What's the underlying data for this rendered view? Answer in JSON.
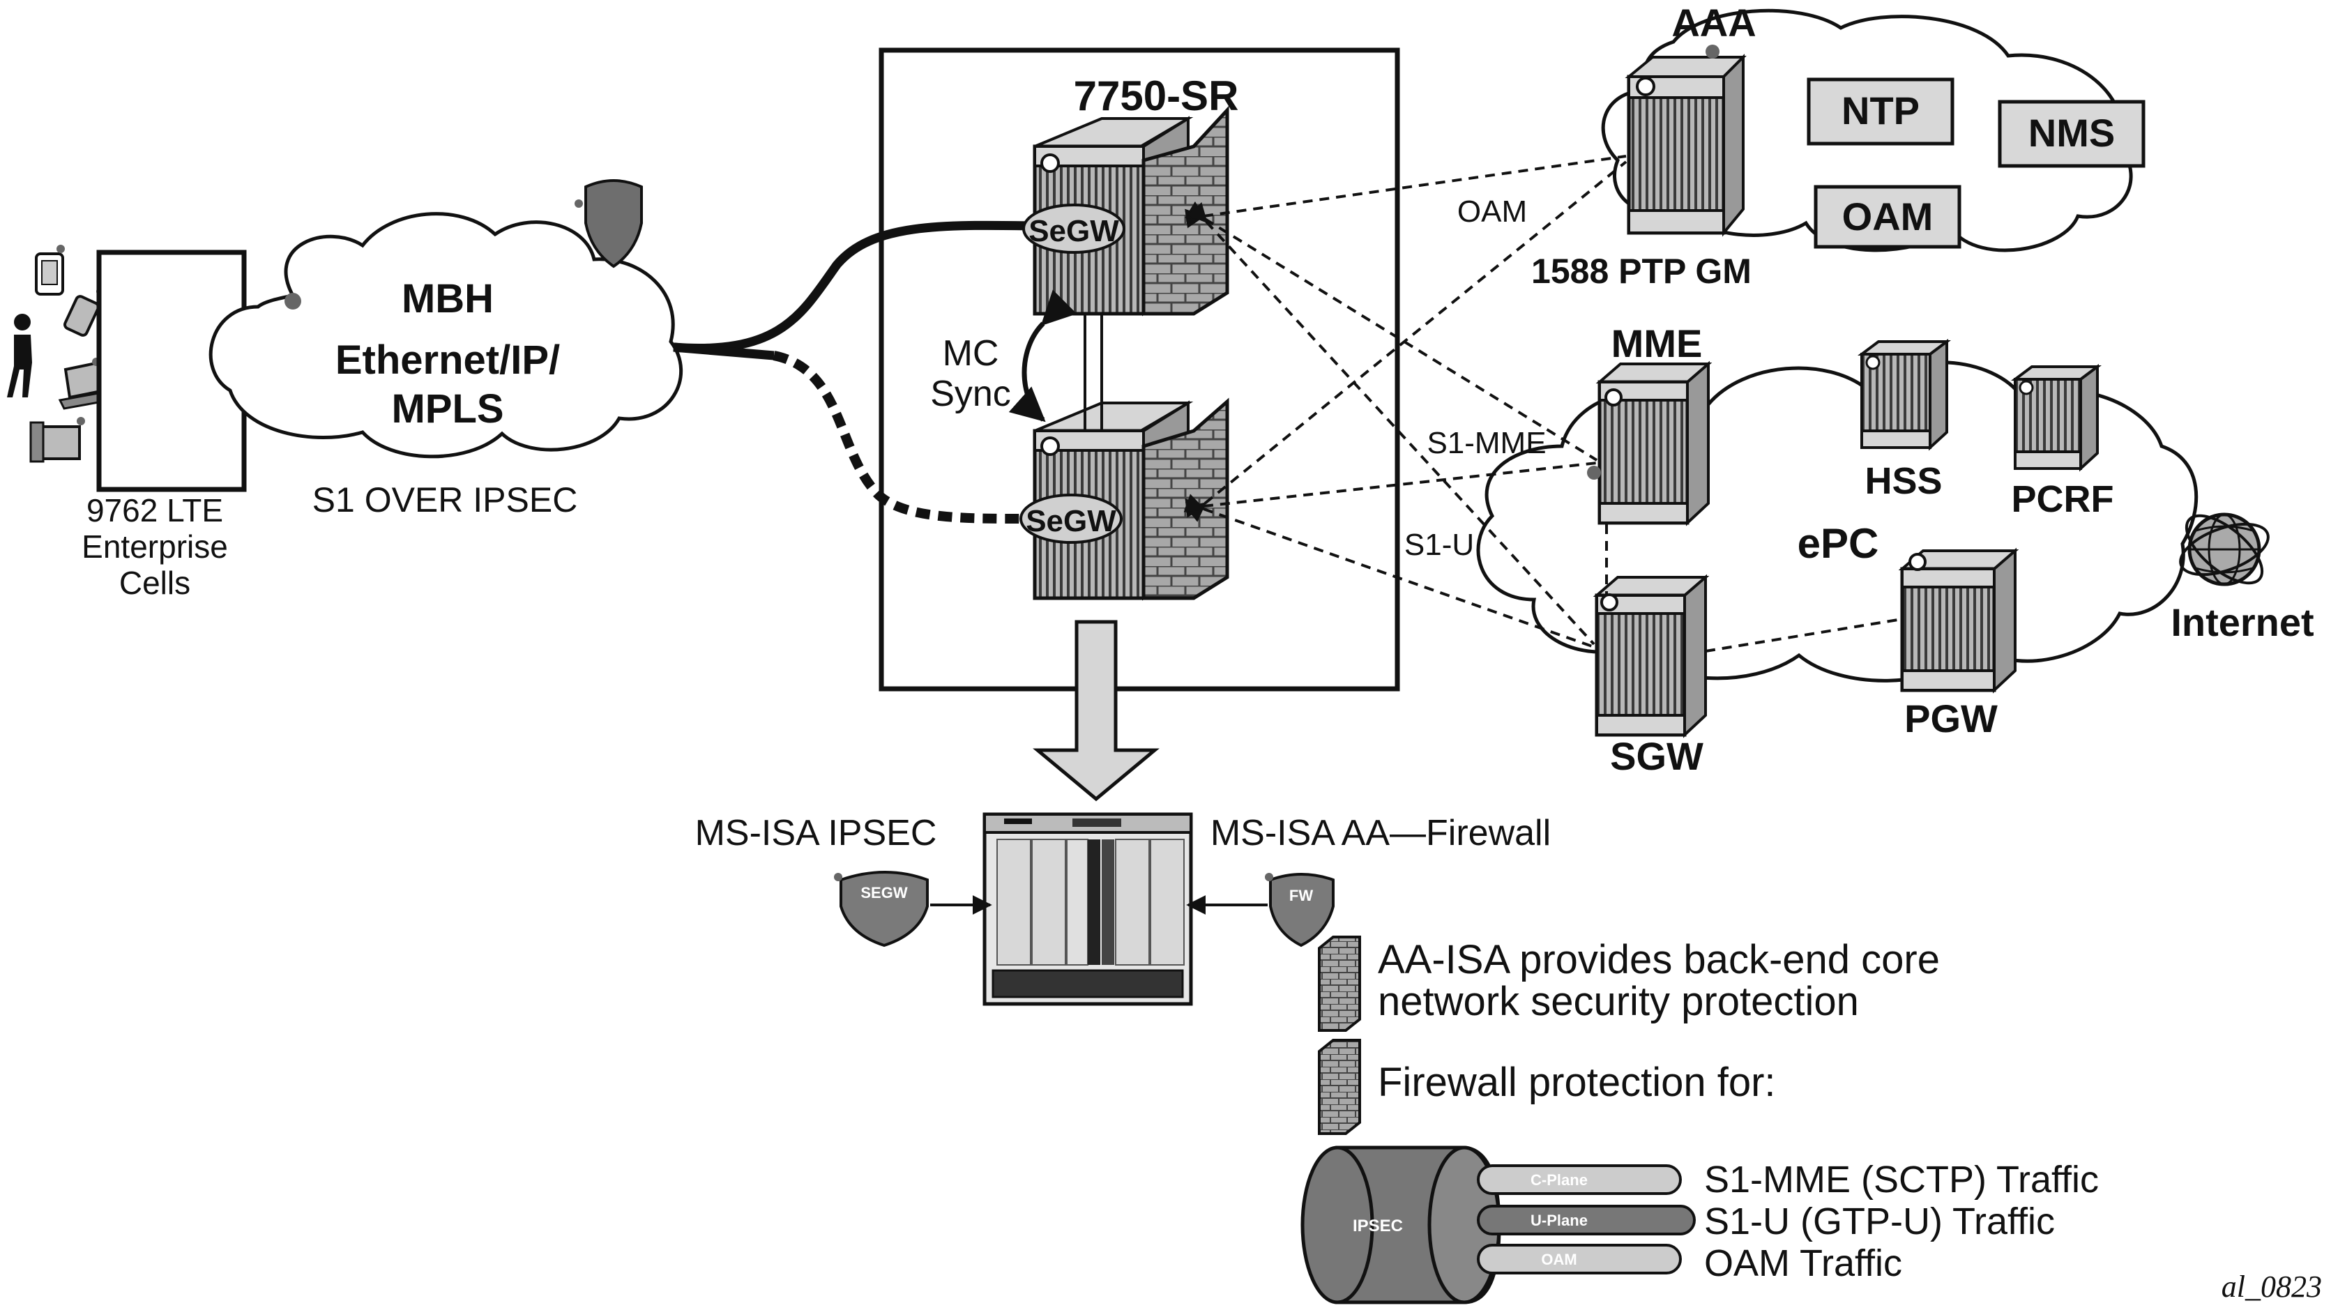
{
  "cells": {
    "label_line1": "9762 LTE",
    "label_line2": "Enterprise",
    "label_line3": "Cells"
  },
  "mbh": {
    "title": "MBH",
    "line1": "Ethernet/IP/",
    "line2": "MPLS",
    "caption": "S1 OVER IPSEC"
  },
  "router": {
    "title": "7750-SR",
    "segw_top": "SeGW",
    "segw_bottom": "SeGW",
    "mc_line1": "MC",
    "mc_line2": "Sync"
  },
  "aaa": {
    "title": "AAA",
    "ntp": "NTP",
    "nms": "NMS",
    "oam": "OAM",
    "ptp": "1588 PTP GM"
  },
  "links": {
    "oam": "OAM",
    "s1_mme": "S1-MME",
    "s1_u": "S1-U"
  },
  "epc": {
    "title": "ePC",
    "mme": "MME",
    "hss": "HSS",
    "pcrf": "PCRF",
    "sgw": "SGW",
    "pgw": "PGW",
    "internet": "Internet"
  },
  "isa": {
    "ipsec_label": "MS-ISA IPSEC",
    "firewall_label": "MS-ISA AA—Firewall",
    "segw_badge": "SEGW",
    "fw_badge": "FW"
  },
  "legend": {
    "aa_line1": "AA-ISA provides back-end core",
    "aa_line2": "network security protection",
    "fw_label": "Firewall protection for:",
    "cable_label": "IPSEC",
    "c_plane": "C-Plane",
    "u_plane": "U-Plane",
    "oam_plane": "OAM",
    "c_traffic": "S1-MME (SCTP) Traffic",
    "u_traffic": "S1-U (GTP-U) Traffic",
    "oam_traffic": "OAM Traffic"
  },
  "figure_id": "al_0823",
  "colors": {
    "line": "#111111",
    "device_fill": "#c8c8c8",
    "box_fill": "#d8d8d8",
    "shield_fill": "#6e6e6e",
    "brick": "#9a9a9a"
  }
}
